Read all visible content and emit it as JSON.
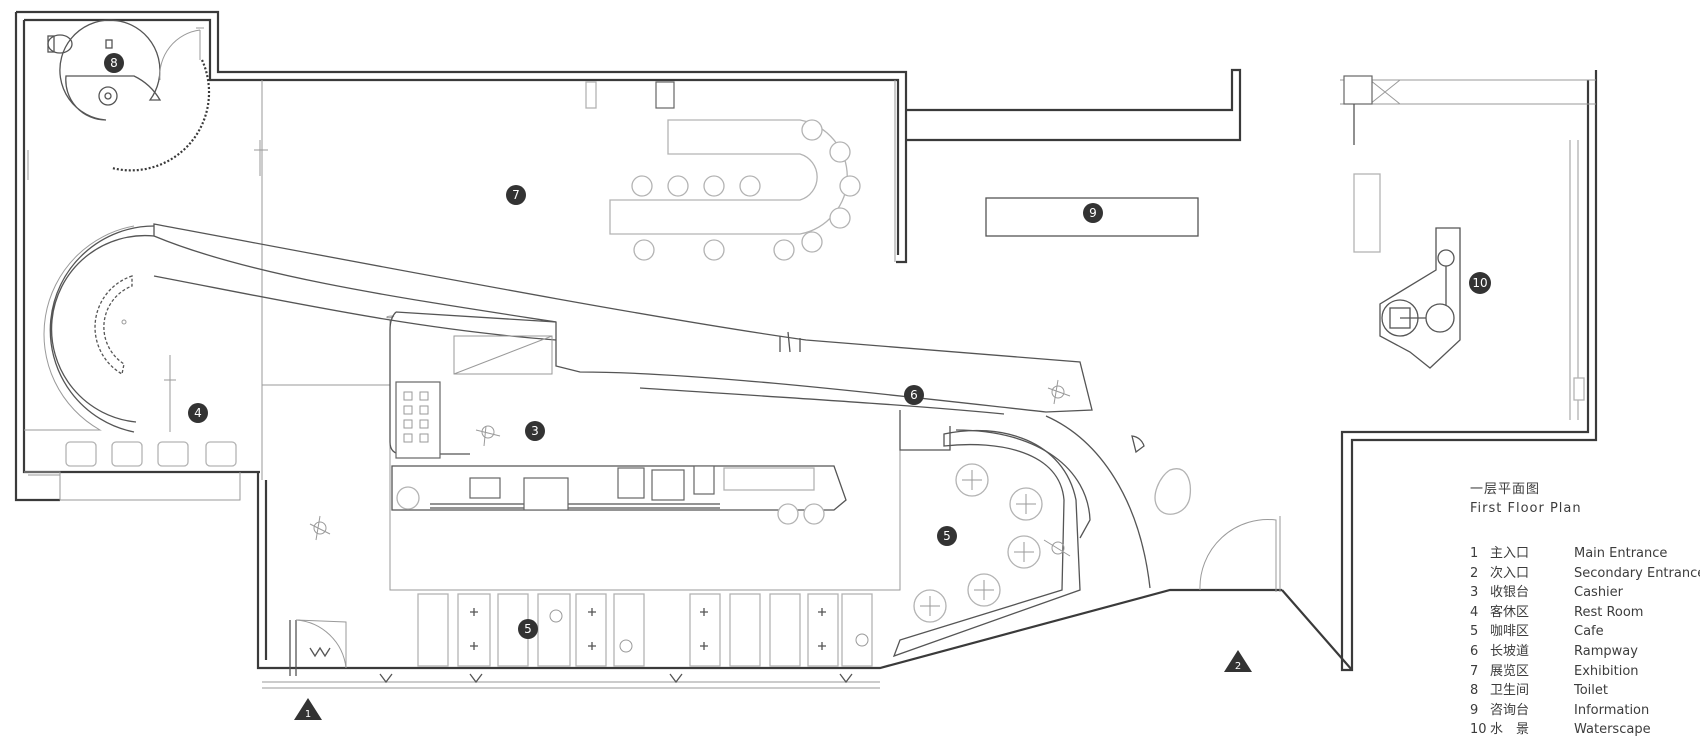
{
  "plan_title": {
    "zh": "一层平面图",
    "en": "First Floor Plan"
  },
  "zone_markers": [
    {
      "id": "marker-7",
      "label": "7"
    },
    {
      "id": "marker-9",
      "label": "9"
    },
    {
      "id": "marker-10",
      "label": "10"
    },
    {
      "id": "marker-8",
      "label": "8"
    },
    {
      "id": "marker-4",
      "label": "4"
    },
    {
      "id": "marker-3",
      "label": "3"
    },
    {
      "id": "marker-6",
      "label": "6"
    },
    {
      "id": "marker-5a",
      "label": "5"
    },
    {
      "id": "marker-5b",
      "label": "5"
    }
  ],
  "entrances": [
    {
      "id": "entrance-1",
      "label": "1"
    },
    {
      "id": "entrance-2",
      "label": "2"
    }
  ],
  "legend": [
    {
      "num": "1",
      "zh": "主入口",
      "en": "Main Entrance"
    },
    {
      "num": "2",
      "zh": "次入口",
      "en": "Secondary Entrance"
    },
    {
      "num": "3",
      "zh": "收银台",
      "en": "Cashier"
    },
    {
      "num": "4",
      "zh": "客休区",
      "en": "Rest Room"
    },
    {
      "num": "5",
      "zh": "咖啡区",
      "en": "Cafe"
    },
    {
      "num": "6",
      "zh": "长坡道",
      "en": "Rampway"
    },
    {
      "num": "7",
      "zh": "展览区",
      "en": "Exhibition"
    },
    {
      "num": "8",
      "zh": "卫生间",
      "en": "Toilet"
    },
    {
      "num": "9",
      "zh": "咨询台",
      "en": "Information"
    },
    {
      "num": "10",
      "zh": "水　景",
      "en": "Waterscape"
    }
  ]
}
